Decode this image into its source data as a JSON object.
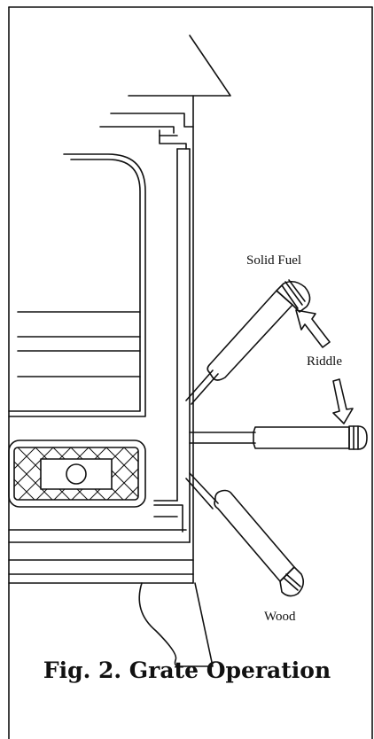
{
  "figure": {
    "caption": "Fig. 2. Grate Operation",
    "labels": {
      "solid_fuel": "Solid Fuel",
      "riddle": "Riddle",
      "wood": "Wood"
    }
  }
}
